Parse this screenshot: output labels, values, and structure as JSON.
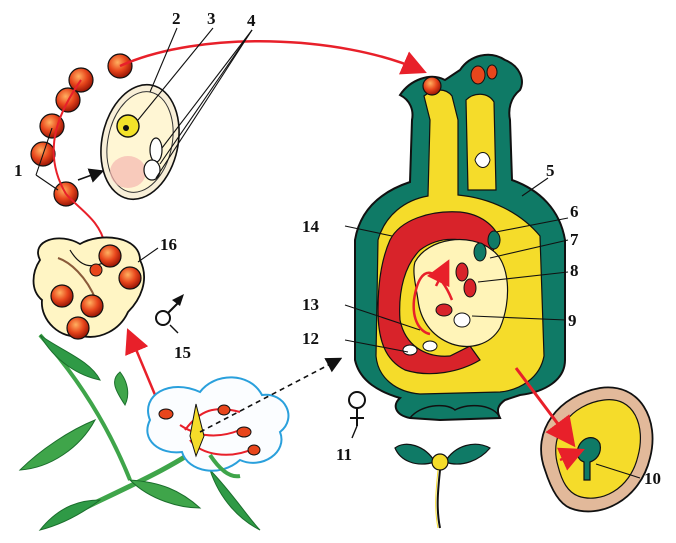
{
  "labels": {
    "n1": "1",
    "n2": "2",
    "n3": "3",
    "n4": "4",
    "n5": "5",
    "n6": "6",
    "n7": "7",
    "n8": "8",
    "n9": "9",
    "n10": "10",
    "n11": "11",
    "n12": "12",
    "n13": "13",
    "n14": "14",
    "n15": "15",
    "n16": "16"
  },
  "symbols": {
    "male": "♂",
    "female": "♀"
  },
  "colors": {
    "pollen": "#e8461c",
    "pollen_dark": "#a81808",
    "arrow_red": "#e8202a",
    "ovary_green": "#0f7a66",
    "ovary_yellow": "#f5dc2a",
    "ovary_red": "#d8232a",
    "leaf_green": "#3fa54a",
    "outline": "#111111"
  }
}
